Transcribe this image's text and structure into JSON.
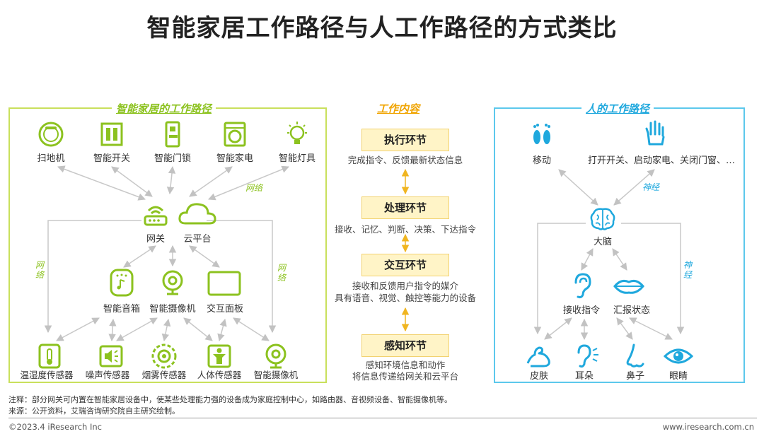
{
  "title": "智能家居工作路径与人工作路径的方式类比",
  "smart_home": {
    "panel_title": "智能家居的工作路径",
    "top_devices": [
      {
        "label": "扫地机",
        "icon": "robot-vacuum-icon"
      },
      {
        "label": "智能开关",
        "icon": "switch-icon"
      },
      {
        "label": "智能门锁",
        "icon": "door-lock-icon"
      },
      {
        "label": "智能家电",
        "icon": "washing-machine-icon"
      },
      {
        "label": "智能灯具",
        "icon": "light-bulb-icon"
      }
    ],
    "gateway": {
      "label": "网关",
      "icon": "router-icon"
    },
    "cloud": {
      "label": "云平台",
      "icon": "cloud-icon"
    },
    "middle_devices": [
      {
        "label": "智能音箱",
        "icon": "speaker-icon"
      },
      {
        "label": "智能摄像机",
        "icon": "camera-icon"
      },
      {
        "label": "交互面板",
        "icon": "panel-icon"
      }
    ],
    "sensors": [
      {
        "label": "温湿度传感器",
        "icon": "thermometer-icon"
      },
      {
        "label": "噪声传感器",
        "icon": "noise-icon"
      },
      {
        "label": "烟雾传感器",
        "icon": "smoke-icon"
      },
      {
        "label": "人体传感器",
        "icon": "person-icon"
      },
      {
        "label": "智能摄像机",
        "icon": "camera-icon"
      }
    ],
    "network_label": "网络",
    "network_label_vertical": "网络"
  },
  "work": {
    "panel_title": "工作内容",
    "stages": [
      {
        "name": "执行环节",
        "desc": [
          "完成指令、反馈最新状态信息"
        ]
      },
      {
        "name": "处理环节",
        "desc": [
          "接收、记忆、判断、决策、下达指令"
        ]
      },
      {
        "name": "交互环节",
        "desc": [
          "接收和反馈用户指令的媒介",
          "具有语音、视觉、触控等能力的设备"
        ]
      },
      {
        "name": "感知环节",
        "desc": [
          "感知环境信息和动作",
          "将信息传递给网关和云平台"
        ]
      }
    ]
  },
  "human": {
    "panel_title": "人的工作路径",
    "top": [
      {
        "label": "移动",
        "icon": "feet-icon"
      },
      {
        "label": "打开开关、启动家电、关闭门窗、…",
        "icon": "hand-icon"
      }
    ],
    "brain": {
      "label": "大脑",
      "icon": "brain-icon"
    },
    "middle": [
      {
        "label": "接收指令",
        "icon": "ear-icon"
      },
      {
        "label": "汇报状态",
        "icon": "mouth-icon"
      }
    ],
    "senses": [
      {
        "label": "皮肤",
        "icon": "arm-icon"
      },
      {
        "label": "耳朵",
        "icon": "ear-sound-icon"
      },
      {
        "label": "鼻子",
        "icon": "nose-icon"
      },
      {
        "label": "眼睛",
        "icon": "eye-icon"
      }
    ],
    "nerve_label": "神经",
    "nerve_label_vertical": "神经"
  },
  "notes": {
    "note": "注释：部分网关可内置在智能家居设备中，使某些处理能力强的设备成为家庭控制中心，如路由器、音视频设备、智能摄像机等。",
    "source": "来源：公开资料，艾瑞咨询研究院自主研究绘制。"
  },
  "footer": {
    "copyright": "©2023.4 iResearch Inc",
    "website": "www.iresearch.com.cn"
  },
  "colors": {
    "green": "#8cc21f",
    "blue": "#1fa8dd",
    "orange": "#f0a400",
    "box": "#fff4c7"
  }
}
